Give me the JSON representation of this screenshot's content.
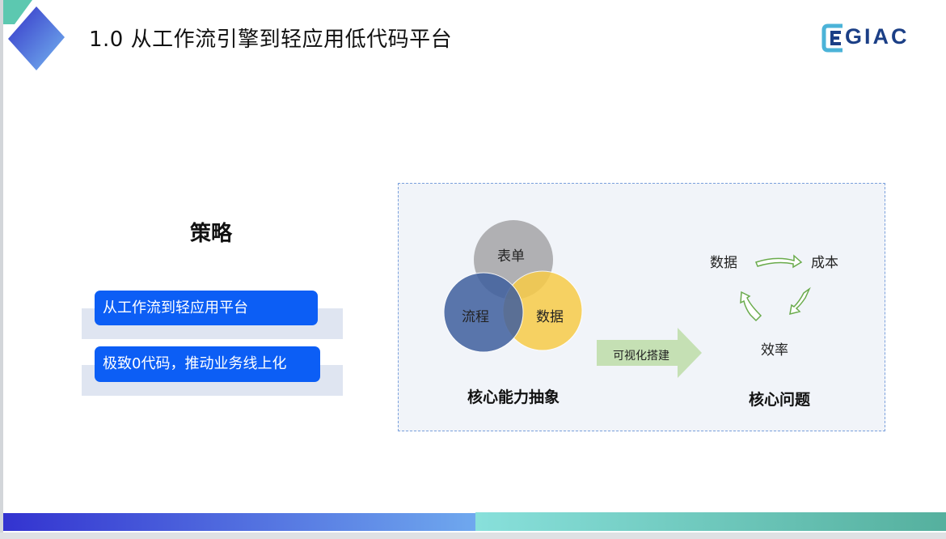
{
  "header": {
    "title": "1.0  从工作流引擎到轻应用低代码平台",
    "logo_text": "GIAC"
  },
  "strategy": {
    "heading": "策略",
    "items": [
      "从工作流到轻应用平台",
      "极致0代码，推动业务线上化"
    ]
  },
  "capability": {
    "circles": [
      "表单",
      "流程",
      "数据"
    ],
    "caption": "核心能力抽象",
    "arrow_label": "可视化搭建"
  },
  "problems": {
    "nodes": [
      "数据",
      "成本",
      "效率"
    ],
    "caption": "核心问题"
  },
  "colors": {
    "accent": "#0c5ef5",
    "circle_form": "#a9a9ab",
    "circle_flow": "#3f5f9e",
    "circle_data": "#f8cc48",
    "arrow_green": "#c5e0b4"
  }
}
